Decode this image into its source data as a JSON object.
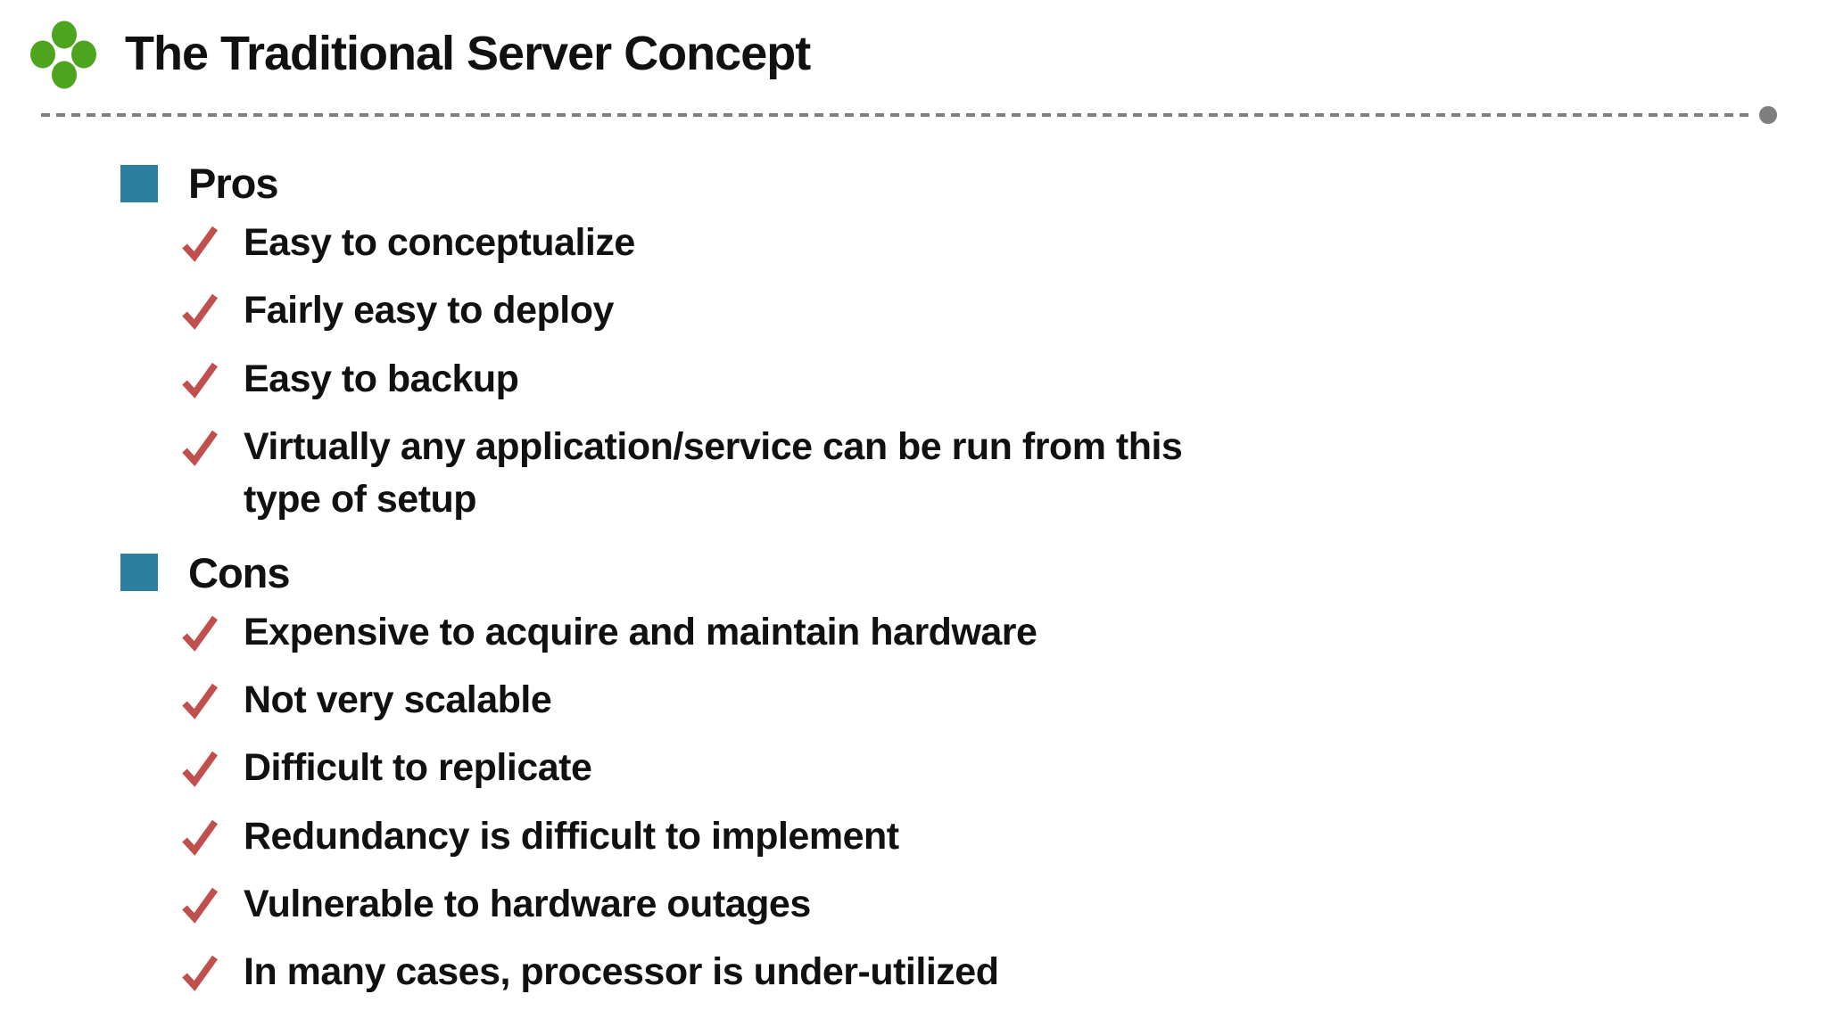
{
  "slide": {
    "title": "The Traditional Server Concept",
    "logo": {
      "icon": "four-dot-diamond-logo",
      "color": "#4DA41E"
    },
    "divider": {
      "style": "dashed-line",
      "color": "#7F7F7F",
      "end_cap": "gray-circle"
    },
    "markers": {
      "heading_bullet": "teal-square",
      "heading_bullet_color": "#2E7F9E",
      "item_bullet": "red-checkmark",
      "item_bullet_color": "#C0504D"
    },
    "text_color": "#111111",
    "background_color": "#FFFFFF",
    "sections": [
      {
        "heading": "Pros",
        "items": [
          "Easy to conceptualize",
          "Fairly easy to deploy",
          "Easy to backup",
          "Virtually any application/service can be run from this type of setup"
        ]
      },
      {
        "heading": "Cons",
        "items": [
          "Expensive to acquire and maintain hardware",
          "Not very scalable",
          "Difficult to replicate",
          "Redundancy is difficult to implement",
          "Vulnerable to hardware outages",
          "In many cases, processor is under-utilized"
        ]
      }
    ]
  }
}
